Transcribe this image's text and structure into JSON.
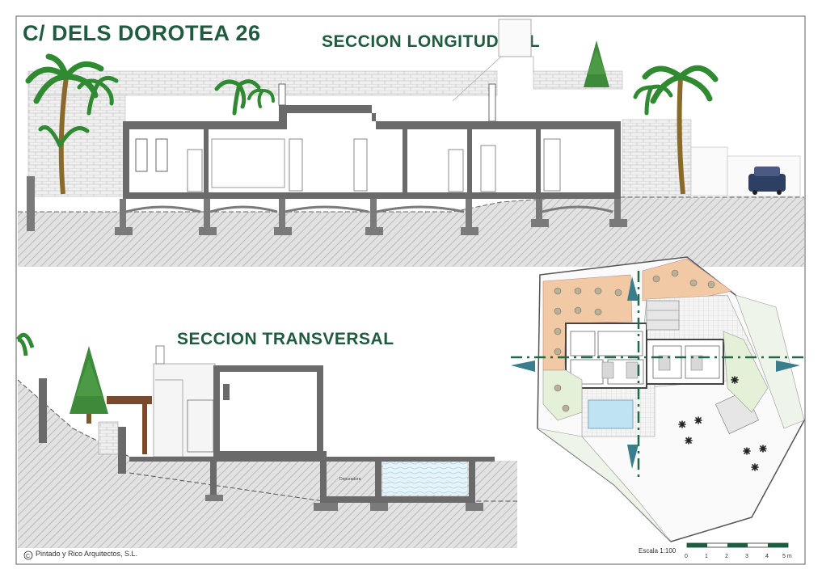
{
  "titles": {
    "main": "C/ DELS DOROTEA 26",
    "longitudinal": "SECCION LONGITUDINAL",
    "transversal": "SECCION TRANSVERSAL"
  },
  "footer": {
    "credit": "Pintado y Rico Arquitectos, S.L."
  },
  "scale": {
    "label": "Escala 1:100",
    "ticks": [
      "0",
      "1",
      "2",
      "3",
      "4",
      "5 m"
    ]
  },
  "annotations": {
    "pool_label": "Depuradora"
  },
  "colors": {
    "title_green": "#1f5c3f",
    "wall": "#555555",
    "ground": "#d9d9d9",
    "terrace_orange": "#f2c9a5",
    "pool_blue": "#bfe3f2",
    "arrow_teal": "#3a7d8c",
    "palm_green": "#3d8a3a",
    "section_line": "#1f6b45"
  }
}
